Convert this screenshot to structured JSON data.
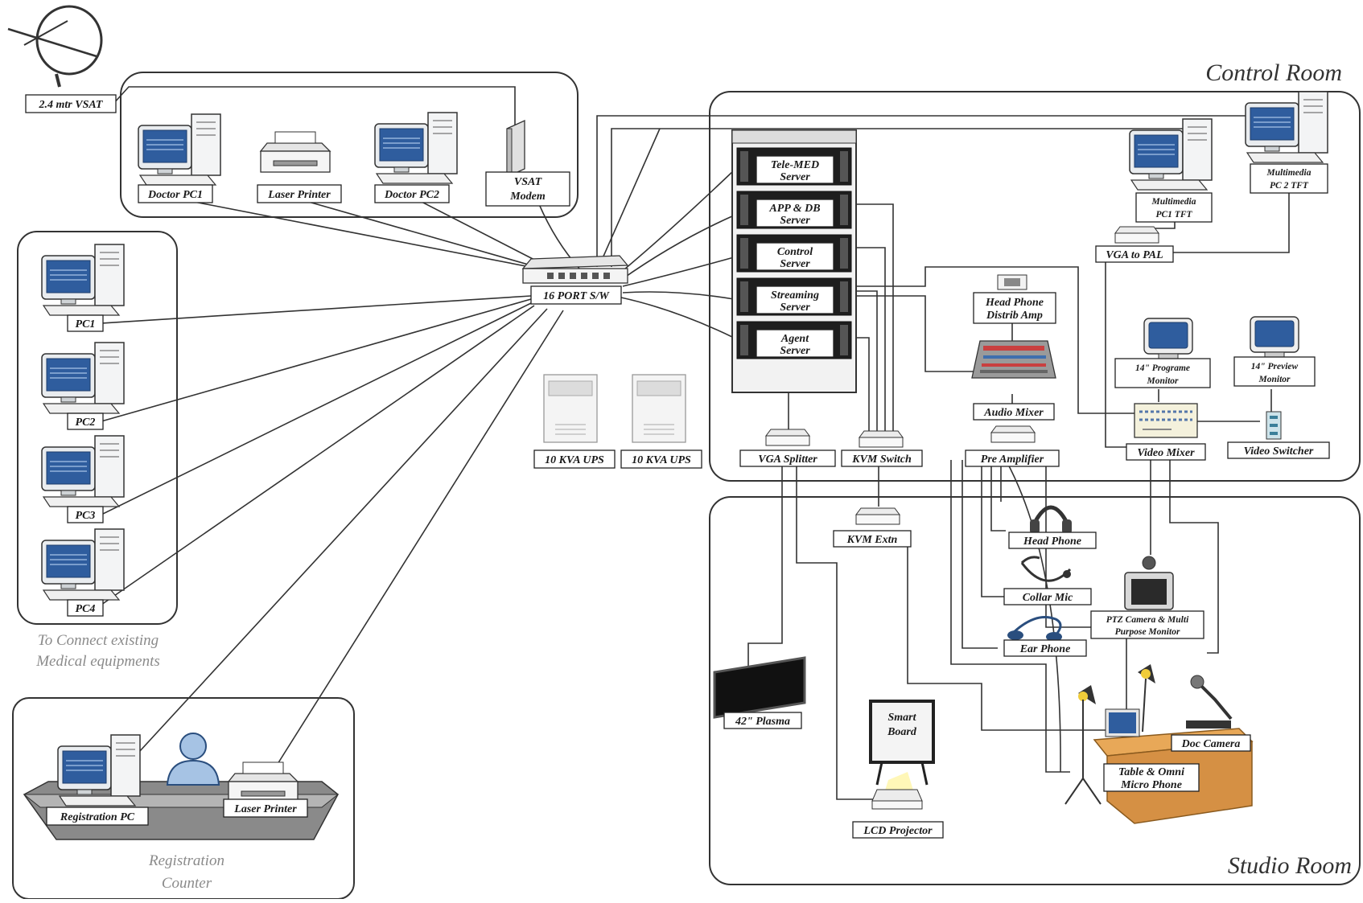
{
  "rooms": {
    "control_room": "Control Room",
    "studio_room": "Studio Room"
  },
  "labels": {
    "vsat_dish": "2.4 mtr VSAT",
    "doctor_pc1": "Doctor PC1",
    "laser_printer_top": "Laser Printer",
    "doctor_pc2": "Doctor PC2",
    "vsat_modem_line1": "VSAT",
    "vsat_modem_line2": "Modem",
    "pc1": "PC1",
    "pc2": "PC2",
    "pc3": "PC3",
    "pc4": "PC4",
    "existing_note_line1": "To Connect existing",
    "existing_note_line2": "Medical equipments",
    "switch_16": "16 PORT S/W",
    "ups_1": "10 KVA UPS",
    "ups_2": "10 KVA UPS",
    "registration_pc": "Registration PC",
    "laser_printer_reg": "Laser Printer",
    "registration_counter_line1": "Registration",
    "registration_counter_line2": "Counter",
    "telemed_server_line1": "Tele-MED",
    "telemed_server_line2": "Server",
    "appdb_server_line1": "APP & DB",
    "appdb_server_line2": "Server",
    "control_server_line1": "Control",
    "control_server_line2": "Server",
    "streaming_server_line1": "Streaming",
    "streaming_server_line2": "Server",
    "agent_server_line1": "Agent",
    "agent_server_line2": "Server",
    "vga_splitter": "VGA Splitter",
    "kvm_switch": "KVM Switch",
    "pre_amplifier": "Pre Amplifier",
    "headphone_amp_line1": "Head Phone",
    "headphone_amp_line2": "Distrib Amp",
    "audio_mixer": "Audio Mixer",
    "multimedia_pc1_line1": "Multimedia",
    "multimedia_pc1_line2": "PC1 TFT",
    "multimedia_pc2_line1": "Multimedia",
    "multimedia_pc2_line2": "PC 2 TFT",
    "vga_to_pal": "VGA to PAL",
    "programe_monitor_line1": "14\" Programe",
    "programe_monitor_line2": "Monitor",
    "preview_monitor_line1": "14\" Preview",
    "preview_monitor_line2": "Monitor",
    "video_mixer": "Video Mixer",
    "video_switcher": "Video Switcher",
    "kvm_extn": "KVM Extn",
    "head_phone": "Head Phone",
    "collar_mic": "Collar Mic",
    "ear_phone": "Ear Phone",
    "ptz_camera_line1": "PTZ Camera & Multi",
    "ptz_camera_line2": "Purpose Monitor",
    "plasma": "42\" Plasma",
    "smart_board_line1": "Smart",
    "smart_board_line2": "Board",
    "lcd_projector": "LCD Projector",
    "doc_camera": "Doc Camera",
    "table_mic_line1": "Table & Omni",
    "table_mic_line2": "Micro Phone"
  }
}
